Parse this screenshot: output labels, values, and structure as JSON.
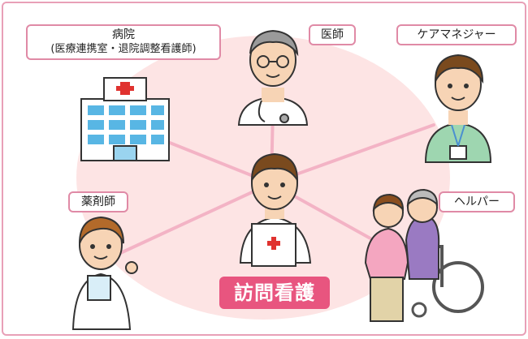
{
  "labels": {
    "hospital_line1": "病院",
    "hospital_line2": "(医療連携室・退院調整看護師)",
    "doctor": "医師",
    "care_manager": "ケアマネジャー",
    "pharmacist": "薬剤師",
    "helper": "ヘルパー"
  },
  "center_title": "訪問看護",
  "colors": {
    "accent": "#e8557f",
    "frame": "#e8a0b7",
    "ellipse": "#fde4e4",
    "link": "#f3b3c5"
  }
}
